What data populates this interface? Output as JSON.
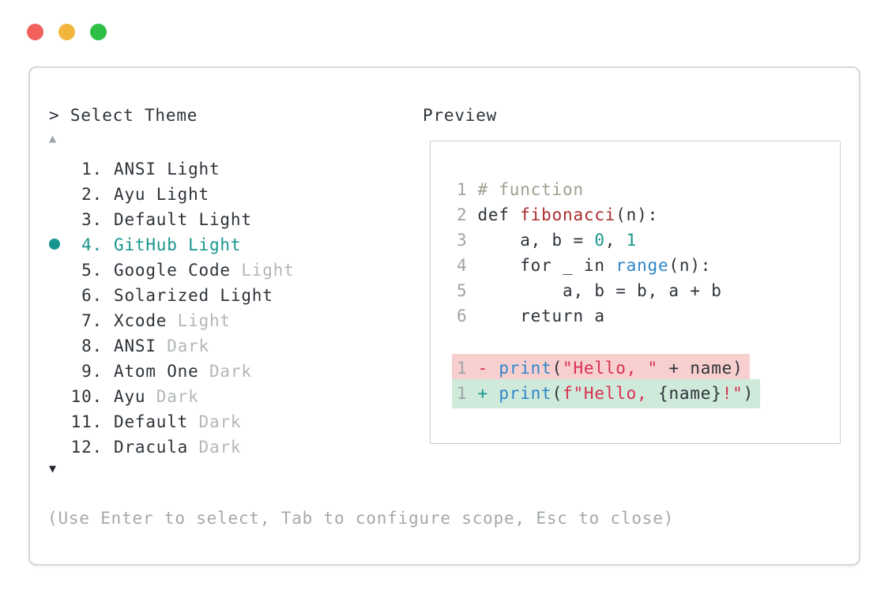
{
  "window": {
    "controls": [
      "close-button",
      "minimize-button",
      "zoom-button"
    ]
  },
  "panel": {
    "title": "> Select Theme",
    "scroll_up_icon": "▲",
    "scroll_down_icon": "▼",
    "selected_marker": "●",
    "hint": "(Use Enter to select, Tab to configure scope, Esc to close)",
    "items": [
      {
        "num": "1.",
        "main": "ANSI Light",
        "dim": "",
        "selected": false
      },
      {
        "num": "2.",
        "main": "Ayu Light",
        "dim": "",
        "selected": false
      },
      {
        "num": "3.",
        "main": "Default Light",
        "dim": "",
        "selected": false
      },
      {
        "num": "4.",
        "main": "GitHub Light",
        "dim": "",
        "selected": true
      },
      {
        "num": "5.",
        "main": "Google Code",
        "dim": "Light",
        "selected": false
      },
      {
        "num": "6.",
        "main": "Solarized Light",
        "dim": "",
        "selected": false
      },
      {
        "num": "7.",
        "main": "Xcode",
        "dim": "Light",
        "selected": false
      },
      {
        "num": "8.",
        "main": "ANSI",
        "dim": "Dark",
        "selected": false
      },
      {
        "num": "9.",
        "main": "Atom One",
        "dim": "Dark",
        "selected": false
      },
      {
        "num": "10.",
        "main": "Ayu",
        "dim": "Dark",
        "selected": false
      },
      {
        "num": "11.",
        "main": "Default",
        "dim": "Dark",
        "selected": false
      },
      {
        "num": "12.",
        "main": "Dracula",
        "dim": "Dark",
        "selected": false
      }
    ]
  },
  "preview": {
    "label": "Preview",
    "lines": [
      {
        "ln": "1",
        "bg": "",
        "tokens": [
          {
            "t": "# function",
            "c": "comment"
          }
        ]
      },
      {
        "ln": "2",
        "bg": "",
        "tokens": [
          {
            "t": "def ",
            "c": "text"
          },
          {
            "t": "fibonacci",
            "c": "func"
          },
          {
            "t": "(n):",
            "c": "text"
          }
        ]
      },
      {
        "ln": "3",
        "bg": "",
        "tokens": [
          {
            "t": "    a, b = ",
            "c": "text"
          },
          {
            "t": "0",
            "c": "num"
          },
          {
            "t": ", ",
            "c": "text"
          },
          {
            "t": "1",
            "c": "num"
          }
        ]
      },
      {
        "ln": "4",
        "bg": "",
        "tokens": [
          {
            "t": "    for _ in ",
            "c": "text"
          },
          {
            "t": "range",
            "c": "builtin"
          },
          {
            "t": "(n):",
            "c": "text"
          }
        ]
      },
      {
        "ln": "5",
        "bg": "",
        "tokens": [
          {
            "t": "        a, b = b, a + b",
            "c": "text"
          }
        ]
      },
      {
        "ln": "6",
        "bg": "",
        "tokens": [
          {
            "t": "    return a",
            "c": "text"
          }
        ]
      },
      {
        "blank": true
      },
      {
        "ln": "1",
        "bg": "del",
        "tokens": [
          {
            "t": "- ",
            "c": "del"
          },
          {
            "t": "print",
            "c": "builtin"
          },
          {
            "t": "(",
            "c": "text"
          },
          {
            "t": "\"Hello, \"",
            "c": "string"
          },
          {
            "t": " + name)",
            "c": "text"
          }
        ]
      },
      {
        "ln": "1",
        "bg": "add",
        "tokens": [
          {
            "t": "+ ",
            "c": "add"
          },
          {
            "t": "print",
            "c": "builtin"
          },
          {
            "t": "(",
            "c": "text"
          },
          {
            "t": "f\"Hello, ",
            "c": "string"
          },
          {
            "t": "{name}",
            "c": "text"
          },
          {
            "t": "!\"",
            "c": "string"
          },
          {
            "t": ")",
            "c": "text"
          }
        ]
      }
    ]
  },
  "colors": {
    "accent_teal": "#17968e",
    "keyword_blue": "#2e86c9",
    "function_red": "#ab2e2e",
    "string_crimson": "#d8304f",
    "comment_olive": "#9ba18e",
    "diff_removed_bg": "#f8cfcf",
    "diff_added_bg": "#cfe9da",
    "text_ink": "#2d3339",
    "text_dim": "#b3b7ba",
    "traffic_red": "#f0615c",
    "traffic_yellow": "#f2b53d",
    "traffic_green": "#2ebf46"
  }
}
